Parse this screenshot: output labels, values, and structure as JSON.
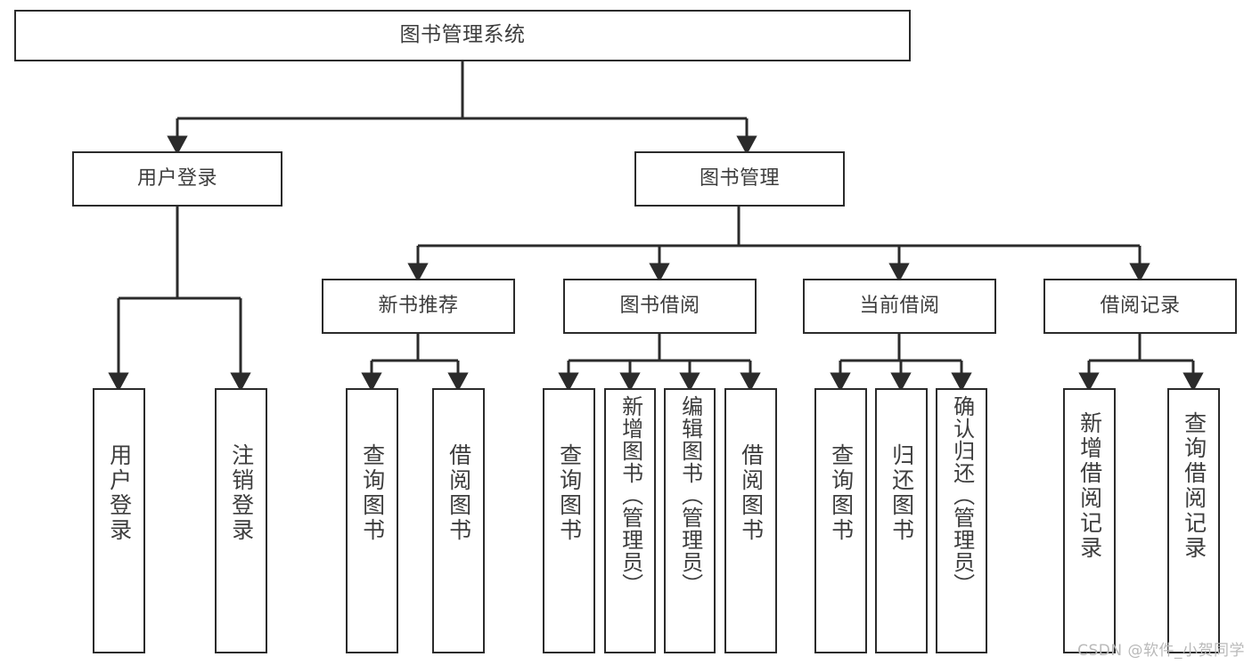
{
  "diagram": {
    "type": "tree",
    "title": "图书管理系统",
    "watermark": "CSDN @软件_小贺同学",
    "colors": {
      "box_border": "#2b2b2b",
      "box_fill": "#ffffff",
      "text": "#3d3d3d",
      "connector": "#2b2b2b",
      "watermark": "#b9b9b9",
      "background": "#ffffff"
    },
    "levels": [
      {
        "level": 0,
        "nodes": [
          {
            "id": "root",
            "label": "图书管理系统",
            "orientation": "horizontal"
          }
        ]
      },
      {
        "level": 1,
        "nodes": [
          {
            "id": "l1-user-login",
            "label": "用户登录",
            "orientation": "horizontal",
            "parent": "root"
          },
          {
            "id": "l1-book-manage",
            "label": "图书管理",
            "orientation": "horizontal",
            "parent": "root"
          }
        ]
      },
      {
        "level": 2,
        "nodes": [
          {
            "id": "l2-new-book-rec",
            "label": "新书推荐",
            "orientation": "horizontal",
            "parent": "l1-book-manage"
          },
          {
            "id": "l2-book-borrow",
            "label": "图书借阅",
            "orientation": "horizontal",
            "parent": "l1-book-manage"
          },
          {
            "id": "l2-current-borrow",
            "label": "当前借阅",
            "orientation": "horizontal",
            "parent": "l1-book-manage"
          },
          {
            "id": "l2-borrow-record",
            "label": "借阅记录",
            "orientation": "horizontal",
            "parent": "l1-book-manage"
          }
        ]
      },
      {
        "level": 3,
        "nodes": [
          {
            "id": "leaf-user-login",
            "label": "用户登录",
            "orientation": "vertical",
            "parent": "l1-user-login"
          },
          {
            "id": "leaf-logout-login",
            "label": "注销登录",
            "orientation": "vertical",
            "parent": "l1-user-login"
          },
          {
            "id": "leaf-query-book-1",
            "label": "查询图书",
            "orientation": "vertical",
            "parent": "l2-new-book-rec"
          },
          {
            "id": "leaf-borrow-book-1",
            "label": "借阅图书",
            "orientation": "vertical",
            "parent": "l2-new-book-rec"
          },
          {
            "id": "leaf-query-book-2",
            "label": "查询图书",
            "orientation": "vertical",
            "parent": "l2-book-borrow"
          },
          {
            "id": "leaf-add-book",
            "label": "新增图书（管理员）",
            "orientation": "vertical",
            "parent": "l2-book-borrow"
          },
          {
            "id": "leaf-edit-book",
            "label": "编辑图书（管理员）",
            "orientation": "vertical",
            "parent": "l2-book-borrow"
          },
          {
            "id": "leaf-borrow-book-2",
            "label": "借阅图书",
            "orientation": "vertical",
            "parent": "l2-book-borrow"
          },
          {
            "id": "leaf-query-book-3",
            "label": "查询图书",
            "orientation": "vertical",
            "parent": "l2-current-borrow"
          },
          {
            "id": "leaf-return-book",
            "label": "归还图书",
            "orientation": "vertical",
            "parent": "l2-current-borrow"
          },
          {
            "id": "leaf-confirm-return",
            "label": "确认归还（管理员）",
            "orientation": "vertical",
            "parent": "l2-current-borrow"
          },
          {
            "id": "leaf-add-record",
            "label": "新增借阅记录",
            "orientation": "vertical",
            "parent": "l2-borrow-record"
          },
          {
            "id": "leaf-query-record",
            "label": "查询借阅记录",
            "orientation": "vertical",
            "parent": "l2-borrow-record"
          }
        ]
      }
    ]
  }
}
